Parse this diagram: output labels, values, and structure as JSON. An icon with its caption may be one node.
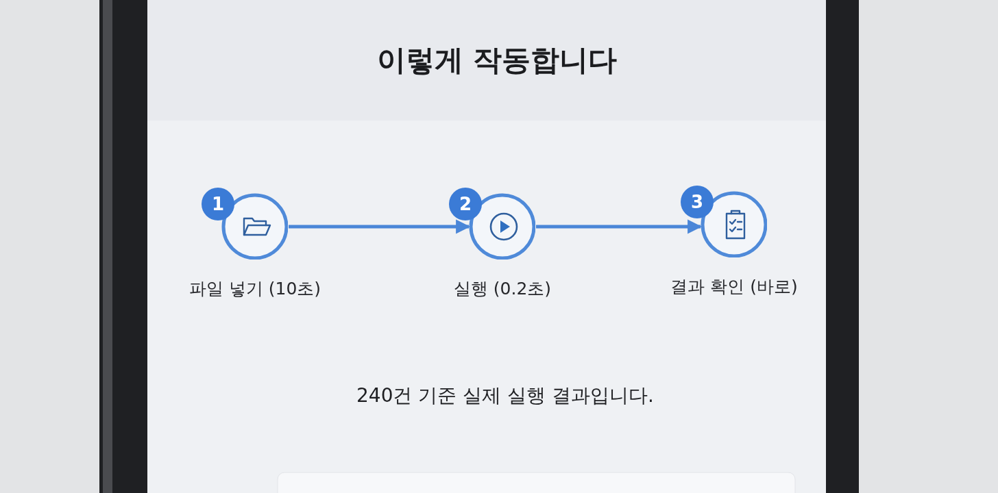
{
  "diagram": {
    "title": "이렇게 작동합니다",
    "nodes": [
      {
        "text": [
          "1"
        ],
        "beside": [
          "파일 넣기 (10초)"
        ]
      },
      {
        "text": [
          "2"
        ],
        "beside": [
          "실행 (0.2초)"
        ]
      },
      {
        "text": [
          "3"
        ],
        "beside": [
          "결과 확인 (바로)"
        ]
      }
    ],
    "edges": [
      {
        "from": 0,
        "to": 1,
        "arrow": "to"
      },
      {
        "from": 1,
        "to": 2,
        "arrow": "to"
      }
    ],
    "labels": [
      "240건 기준 실제 실행 결과입니다."
    ]
  }
}
